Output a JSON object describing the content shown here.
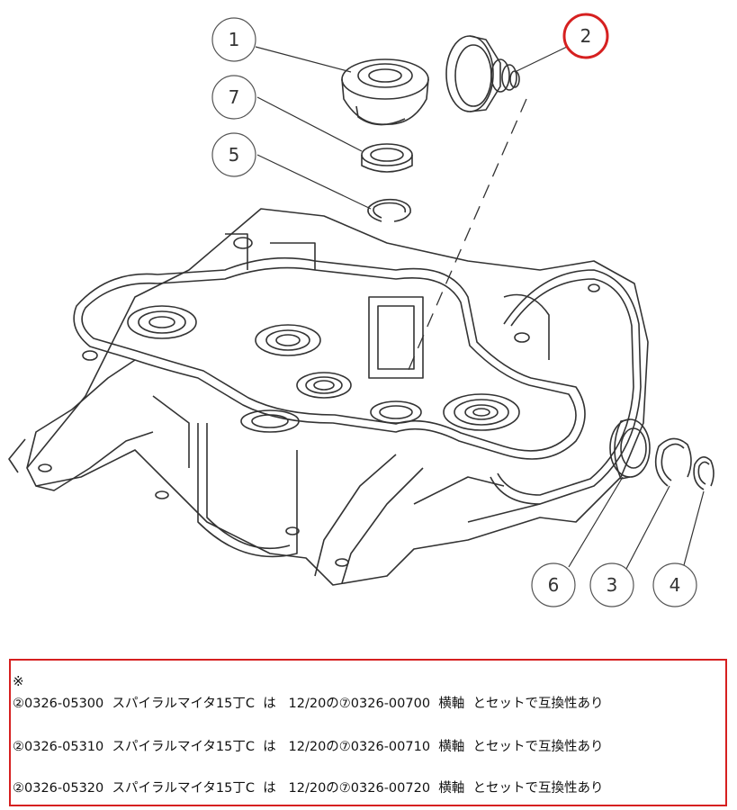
{
  "callouts": [
    {
      "id": "c1",
      "label": "1"
    },
    {
      "id": "c7",
      "label": "7"
    },
    {
      "id": "c5",
      "label": "5"
    },
    {
      "id": "c2",
      "label": "2",
      "highlighted": true
    },
    {
      "id": "c6",
      "label": "6"
    },
    {
      "id": "c3",
      "label": "3"
    },
    {
      "id": "c4",
      "label": "4"
    }
  ],
  "colors": {
    "line": "#333333",
    "highlight": "#d62020"
  },
  "note": {
    "mark": "※",
    "lines": [
      "②0326-05300  スパイラルマイタ15丁C  は   12/20の⑦0326-00700  横軸  とセットで互換性あり",
      "②0326-05310  スパイラルマイタ15丁C  は   12/20の⑦0326-00710  横軸  とセットで互換性あり",
      "②0326-05320  スパイラルマイタ15丁C  は   12/20の⑦0326-00720  横軸  とセットで互換性あり"
    ]
  }
}
